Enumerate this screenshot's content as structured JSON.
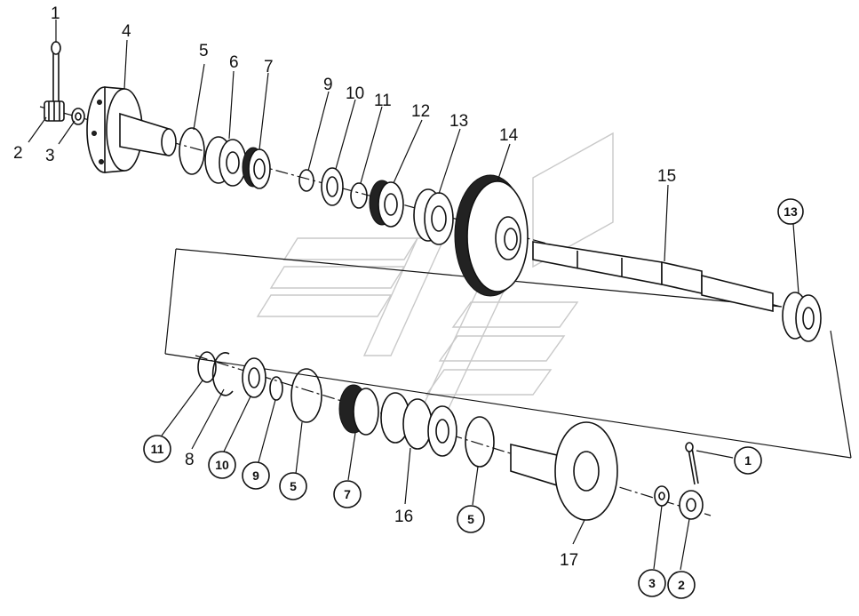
{
  "diagram": {
    "upper_labels": [
      "1",
      "2",
      "3",
      "4",
      "5",
      "6",
      "7",
      "9",
      "10",
      "11",
      "12",
      "13",
      "14",
      "15"
    ],
    "upper_circled": [
      "13"
    ],
    "lower_labels": [
      "8",
      "16",
      "17"
    ],
    "lower_circled": [
      "11",
      "10",
      "9",
      "5",
      "7",
      "5",
      "1",
      "3",
      "2"
    ],
    "colors": {
      "ink": "#111111",
      "watermark": "#c9c9c9",
      "background": "#ffffff"
    }
  }
}
